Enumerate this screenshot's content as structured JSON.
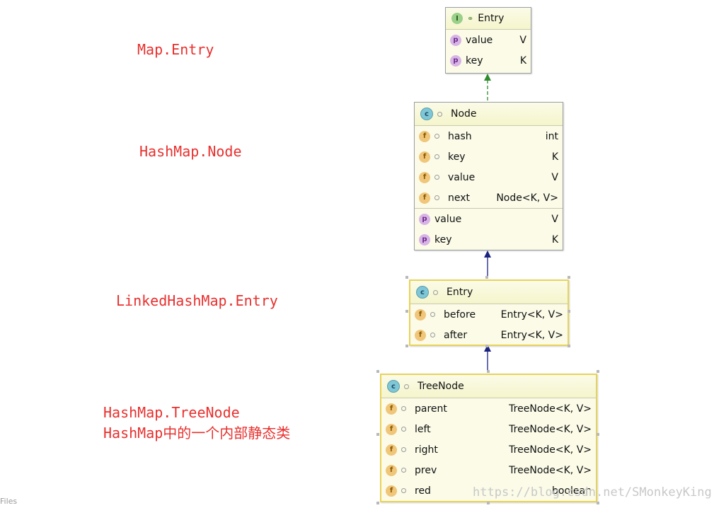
{
  "labels": {
    "map_entry": "Map.Entry",
    "hashmap_node": "HashMap.Node",
    "linked_entry": "LinkedHashMap.Entry",
    "treenode_line1": "HashMap.TreeNode",
    "treenode_line2": "HashMap中的一个内部静态类"
  },
  "boxes": {
    "entry_interface": {
      "title": "Entry",
      "icon": "interface-icon",
      "rows": [
        {
          "name": "value",
          "type": "V",
          "icon": "p"
        },
        {
          "name": "key",
          "type": "K",
          "icon": "p"
        }
      ]
    },
    "node": {
      "title": "Node",
      "icon": "class-icon",
      "fields": [
        {
          "name": "hash",
          "type": "int"
        },
        {
          "name": "key",
          "type": "K"
        },
        {
          "name": "value",
          "type": "V"
        },
        {
          "name": "next",
          "type": "Node<K, V>"
        }
      ],
      "properties": [
        {
          "name": "value",
          "type": "V"
        },
        {
          "name": "key",
          "type": "K"
        }
      ]
    },
    "linked_entry": {
      "title": "Entry",
      "icon": "class-icon",
      "fields": [
        {
          "name": "before",
          "type": "Entry<K, V>"
        },
        {
          "name": "after",
          "type": "Entry<K, V>"
        }
      ]
    },
    "treenode": {
      "title": "TreeNode",
      "icon": "class-icon",
      "fields": [
        {
          "name": "parent",
          "type": "TreeNode<K, V>"
        },
        {
          "name": "left",
          "type": "TreeNode<K, V>"
        },
        {
          "name": "right",
          "type": "TreeNode<K, V>"
        },
        {
          "name": "prev",
          "type": "TreeNode<K, V>"
        },
        {
          "name": "red",
          "type": "boolean"
        }
      ]
    }
  },
  "watermark": "https://blog.csdn.net/SMonkeyKing",
  "corner_text": "Files",
  "colors": {
    "label": "#e8302e",
    "implements_arrow": "#2e8b2e",
    "extends_arrow": "#1a237e",
    "box_background": "#fbfbe8"
  }
}
